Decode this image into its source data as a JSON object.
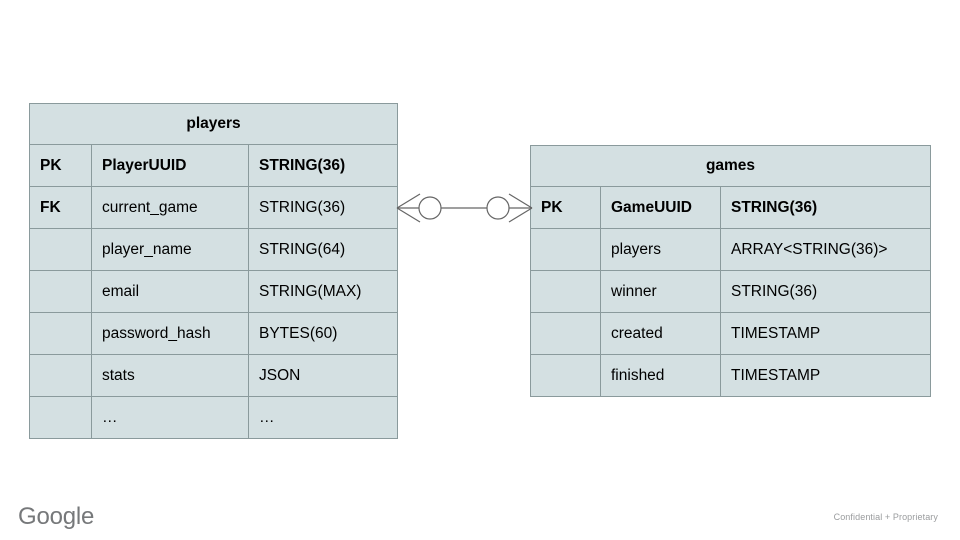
{
  "diagram": {
    "type": "entity-relationship-diagram",
    "background_color": "#ffffff",
    "entity_fill_color": "#d4e0e2",
    "entity_border_color": "#8a9a9c",
    "connector_color": "#666666"
  },
  "entities": {
    "players": {
      "title": "players",
      "rows": [
        {
          "key": "PK",
          "name": "PlayerUUID",
          "type": "STRING(36)"
        },
        {
          "key": "FK",
          "name": "current_game",
          "type": "STRING(36)"
        },
        {
          "key": "",
          "name": "player_name",
          "type": "STRING(64)"
        },
        {
          "key": "",
          "name": "email",
          "type": "STRING(MAX)"
        },
        {
          "key": "",
          "name": "password_hash",
          "type": "BYTES(60)"
        },
        {
          "key": "",
          "name": "stats",
          "type": "JSON"
        },
        {
          "key": "",
          "name": "…",
          "type": "…"
        }
      ]
    },
    "games": {
      "title": "games",
      "rows": [
        {
          "key": "PK",
          "name": "GameUUID",
          "type": "STRING(36)"
        },
        {
          "key": "",
          "name": "players",
          "type": "ARRAY<STRING(36)>"
        },
        {
          "key": "",
          "name": "winner",
          "type": "STRING(36)"
        },
        {
          "key": "",
          "name": "created",
          "type": "TIMESTAMP"
        },
        {
          "key": "",
          "name": "finished",
          "type": "TIMESTAMP"
        }
      ]
    }
  },
  "relationship": {
    "notation": "crows-foot",
    "left_cardinality": "zero-or-many",
    "right_cardinality": "zero-or-many",
    "from_entity": "players",
    "from_field": "current_game",
    "to_entity": "games",
    "to_field": "GameUUID"
  },
  "footer": {
    "logo_text": "Google",
    "confidentiality_notice": "Confidential + Proprietary"
  }
}
